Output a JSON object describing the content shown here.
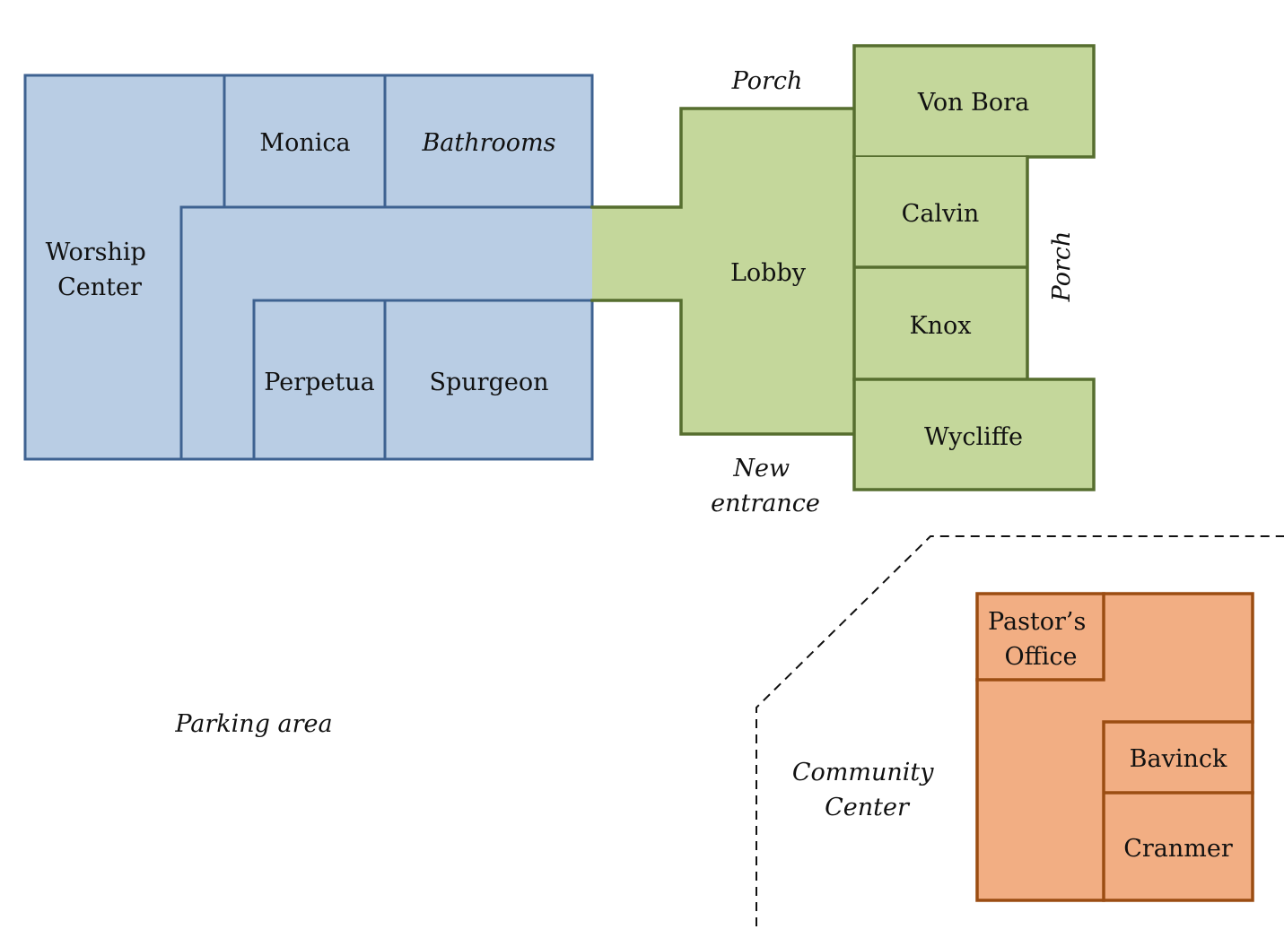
{
  "diagram": {
    "type": "floor-plan",
    "colors": {
      "main_building": "#b9cde4",
      "main_building_border": "#3e6291",
      "new_wing": "#c4d79b",
      "new_wing_border": "#566e2f",
      "community_center": "#f2ae83",
      "community_center_border": "#9b4d12",
      "boundary_line": "#111111"
    },
    "main_building": {
      "rooms": {
        "worship_center": [
          "Worship",
          "Center"
        ],
        "monica": "Monica",
        "bathrooms": "Bathrooms",
        "perpetua": "Perpetua",
        "spurgeon": "Spurgeon"
      }
    },
    "new_wing": {
      "rooms": {
        "lobby": "Lobby",
        "von_bora": "Von Bora",
        "calvin": "Calvin",
        "knox": "Knox",
        "wycliffe": "Wycliffe"
      },
      "annotations": {
        "porch_top": "Porch",
        "porch_side": "Porch",
        "new_entrance": [
          "New",
          "entrance"
        ]
      }
    },
    "community_center": {
      "label": [
        "Community",
        "Center"
      ],
      "rooms": {
        "pastors_office": [
          "Pastor’s",
          "Office"
        ],
        "bavinck": "Bavinck",
        "cranmer": "Cranmer"
      }
    },
    "areas": {
      "parking": "Parking area"
    }
  }
}
